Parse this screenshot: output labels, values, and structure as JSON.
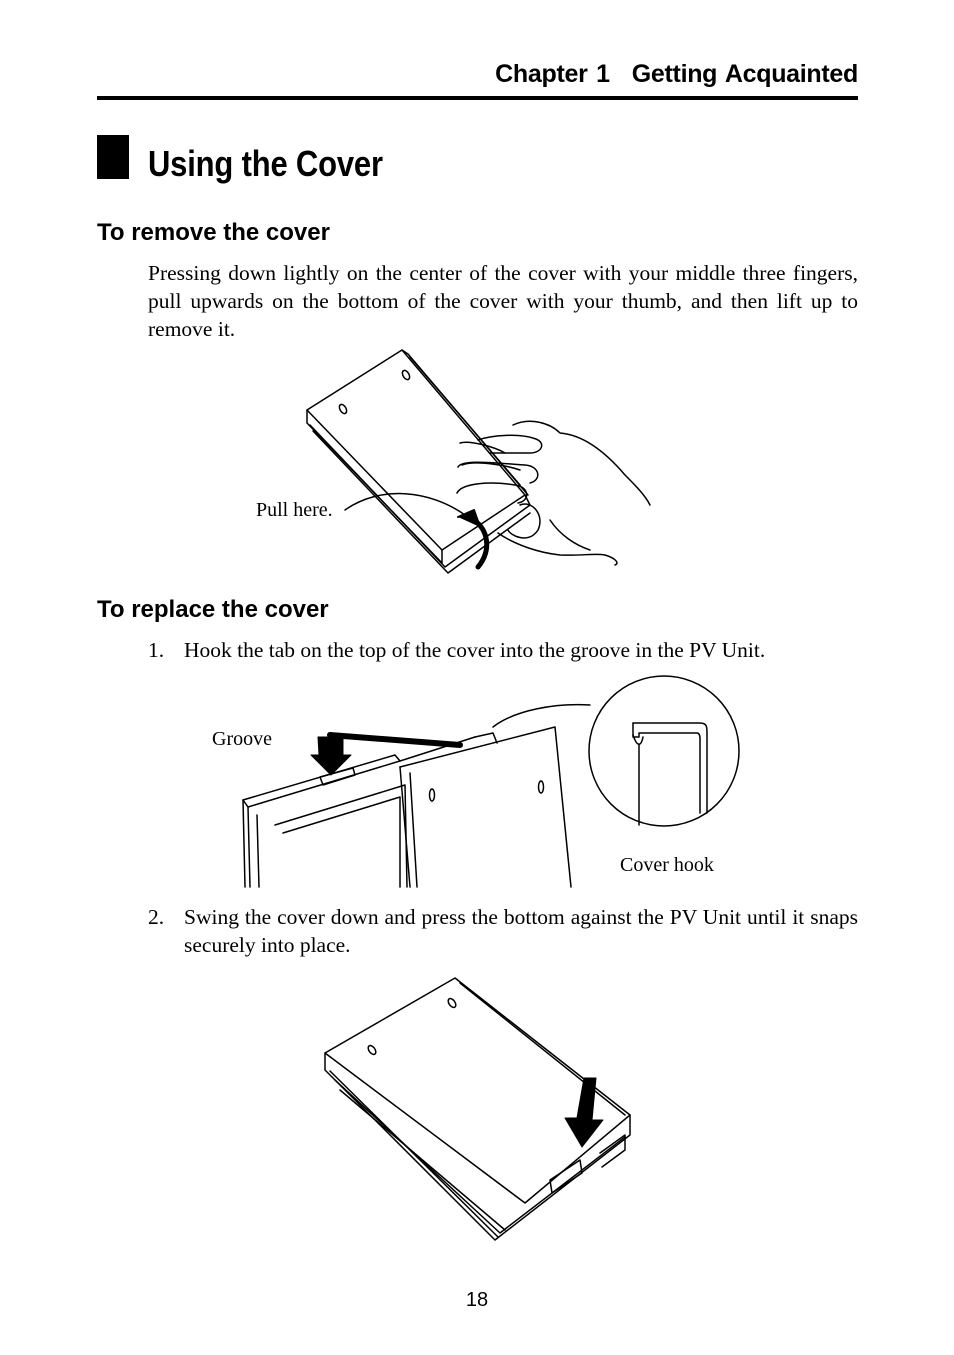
{
  "header": {
    "chapter_label": "Chapter 1",
    "chapter_title": "Getting Acquainted"
  },
  "section": {
    "title": "Using the Cover"
  },
  "remove": {
    "heading": "To remove the cover",
    "text": "Pressing down lightly on the center of the cover with your middle three fingers, pull upwards on the bottom of the cover with your thumb, and then lift up to remove it.",
    "callout": "Pull here."
  },
  "replace": {
    "heading": "To replace the cover",
    "steps": [
      {
        "num": "1.",
        "text": "Hook the tab on the top of the cover into the groove in the PV Unit."
      },
      {
        "num": "2.",
        "text": "Swing the cover down and press the bottom against the PV Unit until it snaps securely into place."
      }
    ],
    "callout_groove": "Groove",
    "callout_hook": "Cover hook"
  },
  "footer": {
    "page_number": "18"
  }
}
